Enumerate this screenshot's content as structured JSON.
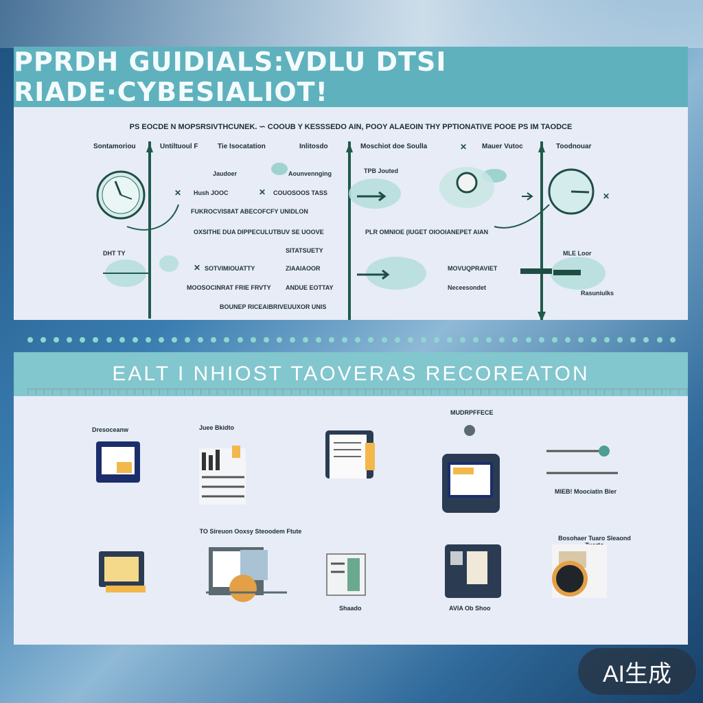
{
  "top": {
    "title": "PPRDH GUIDIALS:VDLU DTSI RIADE·CYBESIALIOT!",
    "subtitle": "PS EOCDE  N  MOPSRSIVTHCUNEK.  ∽  COOUB  Y  KESSSEDO  AIN, POOY  ALAEOIN  THY  PPTIONATIVE POOE  PS  IM  TAODCE",
    "headers": [
      "Sontamoriou",
      "Untiltuoul  F",
      "Tie Isocatation",
      "Inlitosdo",
      "Moschiot  doe  Soulla",
      "Mauer Vutoc",
      "Toodnouar"
    ],
    "labels": [
      "Jaudoer",
      "Aounvennging",
      "TPB Jouted",
      "Hush JOOC",
      "COUOSOOS TASS",
      "FUKROCVIS8AT  ABECOFCFY  UNIDLON",
      "OXSITHE  DUA  DIPPECULUTBUV  SE UOOVE",
      "PLR  OMNIOE  (IUGET  OIOOIANEPET  AIAN",
      "SITATSUETY",
      "DHT  TY",
      "SOTVIMIOUATTY",
      "ZIAAIAOOR",
      "MOVUQPRAVIET",
      "MOOSOCINRAT  FRIE  FRVTY",
      "ANDUE  EOTTAY",
      "Neceesondet",
      "MLE  Loor",
      "Rasuniulks",
      "BOUNEP  RICEAIBRIVEUUXOR  UNIS"
    ]
  },
  "bottom": {
    "title": "EALT  I  NHIOST  TAOVERAS  RECOREATON",
    "row1": [
      "Dresoceanw",
      "Juee  Bkidto",
      "",
      "MUDRPFFECE",
      "MIEB!  Moociatin  Bier"
    ],
    "row2": [
      "",
      "TO  Sireuon  Ooxsy  Steoodem  Ftute",
      "Shaado",
      "AVIA  Ob  Shoo",
      "Bosohaer  Tuaro  Sleaond  Tuarto"
    ]
  },
  "badge": "AI生成",
  "colors": {
    "banner": "#5fb2bd",
    "accent_dark": "#1f5a4c",
    "panel": "#e7ecf6",
    "icon_navy": "#1b2e6b"
  }
}
